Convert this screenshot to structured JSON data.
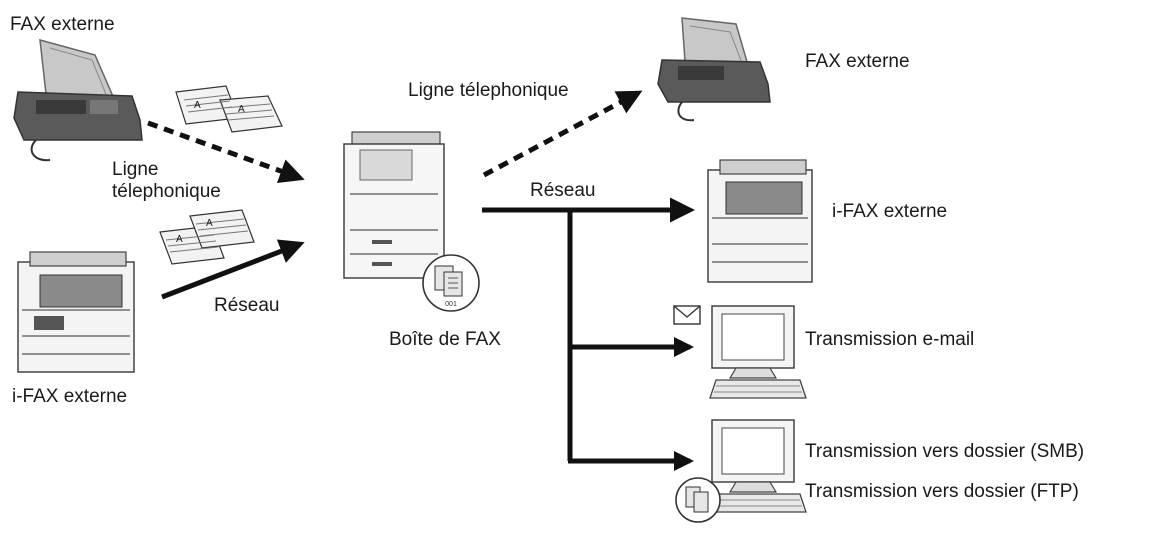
{
  "sources": {
    "fax": {
      "label": "FAX externe",
      "link": "Ligne\ntélephonique"
    },
    "ifax": {
      "label": "i-FAX externe",
      "link": "Réseau"
    }
  },
  "center": {
    "box_label": "Boîte de FAX",
    "box_code": "001"
  },
  "outputs": {
    "fax": {
      "label": "FAX externe",
      "link": "Ligne télephonique"
    },
    "network_link": "Réseau",
    "ifax": {
      "label": "i-FAX externe"
    },
    "email": {
      "label": "Transmission e-mail"
    },
    "smb": {
      "label": "Transmission vers dossier (SMB)"
    },
    "ftp": {
      "label": "Transmission vers dossier (FTP)"
    }
  },
  "doc_letter": "A"
}
